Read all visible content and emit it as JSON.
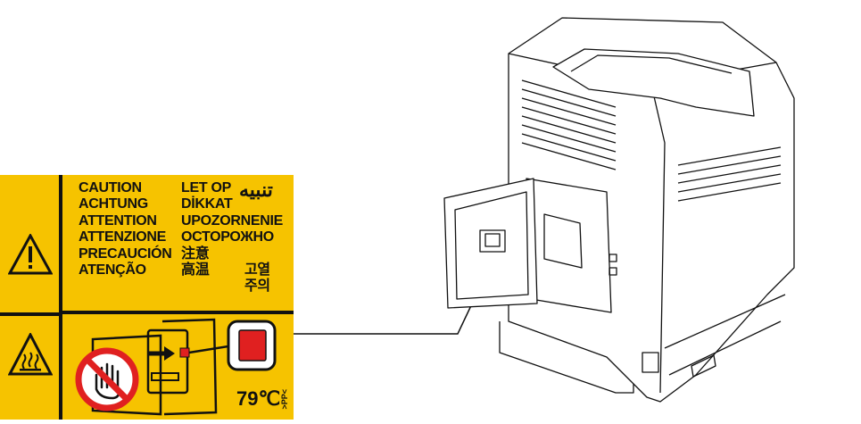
{
  "diagram": {
    "label": {
      "warnings_col1": [
        "CAUTION",
        "ACHTUNG",
        "ATTENTION",
        "ATTENZIONE",
        "PRECAUCIÓN",
        "ATENÇÃO"
      ],
      "warnings_col2": [
        "LET OP",
        "DİKKAT",
        "UPOZORNENIE",
        "ОСТОРОЖНО",
        "注意",
        "高温"
      ],
      "warnings_col3_arabic": "تنبيه",
      "warnings_col3_korean": [
        "고열",
        "주의"
      ],
      "temperature": "79℃",
      "material_code": ">PP<",
      "colors": {
        "yellow": "#F6C300",
        "black": "#111111",
        "red": "#E02020"
      },
      "icons": [
        "warning-triangle-icon",
        "hot-surface-icon",
        "no-touch-hand-icon",
        "arrow-icon",
        "hot-part-icon"
      ]
    },
    "printer": {
      "description_icons": [
        "printer-icon",
        "side-door-icon"
      ]
    }
  }
}
